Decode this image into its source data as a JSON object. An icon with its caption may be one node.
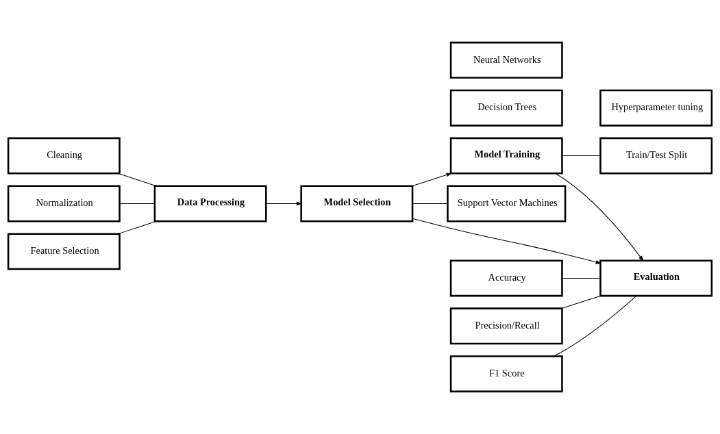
{
  "diagram": {
    "nodes": [
      {
        "text": [
          "Cleaning"
        ]
      },
      {
        "text": [
          "Normalization"
        ]
      },
      {
        "text": [
          "Feature Selection"
        ]
      },
      {
        "text": [
          "Data Processing"
        ]
      },
      {
        "text": [
          "Model Selection"
        ]
      },
      {
        "text": [
          "Model Training"
        ]
      },
      {
        "text": [
          "Support Vector Machines"
        ]
      },
      {
        "text": [
          "Decision Trees"
        ]
      },
      {
        "text": [
          "Neural Networks"
        ]
      },
      {
        "text": [
          "Train/Test Split"
        ]
      },
      {
        "text": [
          "Hyperparameter tuning"
        ]
      },
      {
        "text": [
          "Accuracy"
        ]
      },
      {
        "text": [
          "Precision/Recall"
        ]
      },
      {
        "text": [
          "F1 Score"
        ]
      },
      {
        "text": [
          "Evaluation"
        ]
      }
    ],
    "edges": [
      {
        "from": 0,
        "to": 3,
        "arrow": "none"
      },
      {
        "from": 1,
        "to": 3,
        "arrow": "none"
      },
      {
        "from": 2,
        "to": 3,
        "arrow": "none"
      },
      {
        "from": 3,
        "to": 4,
        "arrow": "to"
      },
      {
        "from": 4,
        "to": 5,
        "arrow": "to"
      },
      {
        "from": 4,
        "to": 6,
        "arrow": "none"
      },
      {
        "from": 5,
        "to": 9,
        "arrow": "none"
      },
      {
        "from": 4,
        "to": 14,
        "arrow": "to"
      },
      {
        "from": 5,
        "to": 14,
        "arrow": "to"
      },
      {
        "from": 11,
        "to": 14,
        "arrow": "none"
      },
      {
        "from": 12,
        "to": 14,
        "arrow": "none"
      },
      {
        "from": 13,
        "to": 14,
        "arrow": "none"
      }
    ]
  }
}
